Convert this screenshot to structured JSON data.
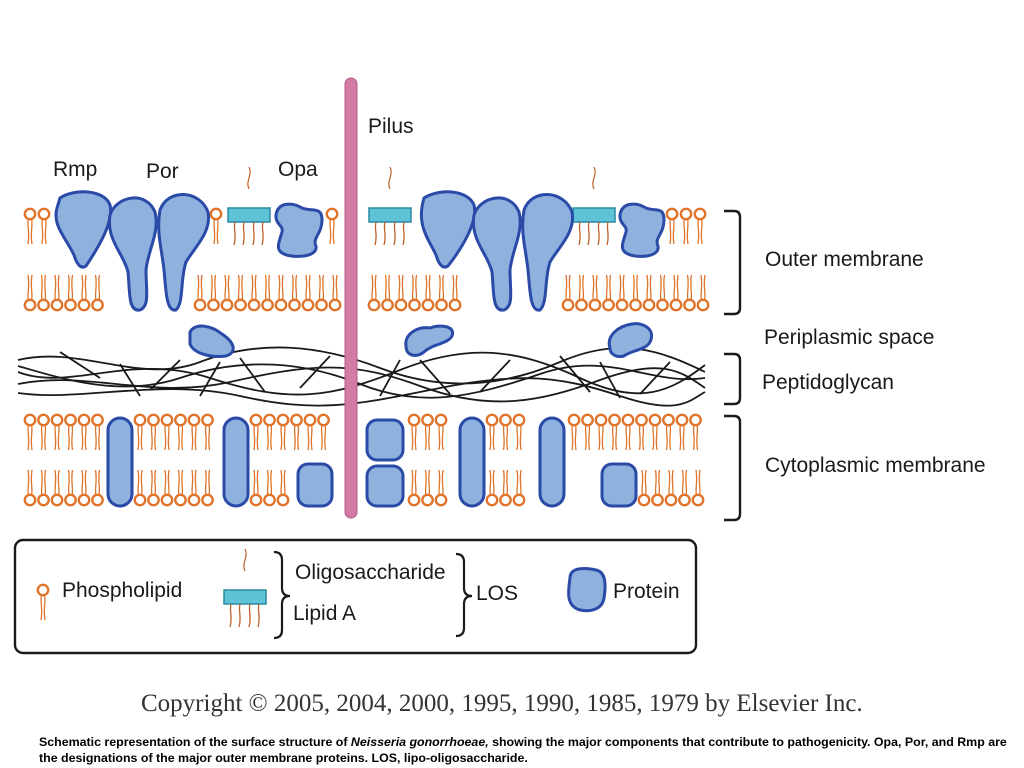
{
  "labels": {
    "pilus": "Pilus",
    "rmp": "Rmp",
    "por": "Por",
    "opa": "Opa",
    "outer_membrane": "Outer membrane",
    "periplasmic_space": "Periplasmic space",
    "peptidoglycan": "Peptidoglycan",
    "cytoplasmic_membrane": "Cytoplasmic membrane"
  },
  "legend": {
    "phospholipid": "Phospholipid",
    "oligosaccharide": "Oligosaccharide",
    "lipid_a": "Lipid A",
    "los": "LOS",
    "protein": "Protein"
  },
  "copyright": "Copyright © 2005, 2004, 2000, 1995, 1990, 1985, 1979 by Elsevier Inc.",
  "caption": {
    "pre": "Schematic representation of the surface structure of ",
    "species": "Neisseria gonorrhoeae,",
    "post": " showing the major components that contribute to pathogenicity. Opa, Por, and Rmp are the designations of the major outer membrane proteins.  LOS, lipo-oligosaccharide."
  },
  "colors": {
    "phospholipid": "#e0742a",
    "protein_fill": "#8fb1de",
    "protein_stroke": "#2a4aa8",
    "lipid_a": "#5ec3d6",
    "pilus": "#d47ba5",
    "peptidoglycan": "#1a1a1a",
    "bracket": "#1a1a1a"
  }
}
